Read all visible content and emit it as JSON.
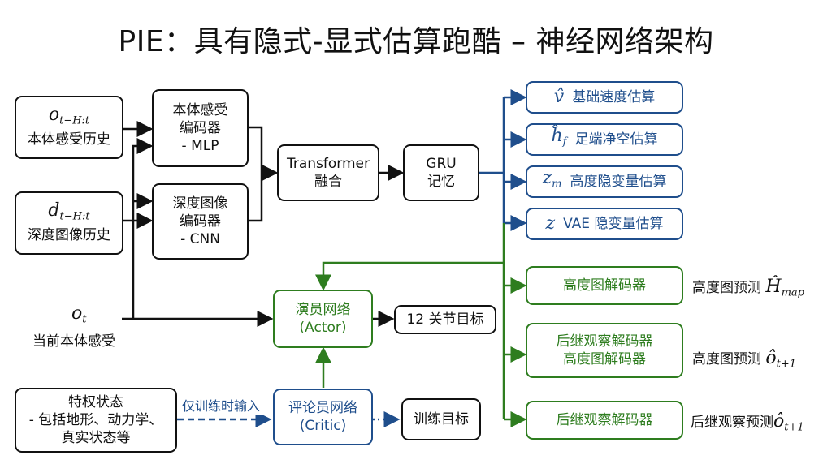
{
  "title": "PIE：具有隐式-显式估算跑酷 – 神经网络架构",
  "inputs": {
    "proprio_hist": {
      "symbol": "o",
      "subscript": "t−H:t",
      "label": "本体感受历史"
    },
    "depth_hist": {
      "symbol": "d",
      "subscript": "t−H:t",
      "label": "深度图像历史"
    },
    "current": {
      "symbol": "o",
      "subscript": "t",
      "label": "当前本体感受"
    },
    "privileged": {
      "line1": "特权状态",
      "line2": "- 包括地形、动力学、",
      "line3": "真实状态等"
    }
  },
  "encoders": {
    "proprio": {
      "line1": "本体感受",
      "line2": "编码器",
      "line3": "- MLP"
    },
    "depth": {
      "line1": "深度图像",
      "line2": "编码器",
      "line3": "- CNN"
    }
  },
  "transformer": {
    "line1": "Transformer",
    "line2": "融合"
  },
  "gru": {
    "line1": "GRU",
    "line2": "记忆"
  },
  "estimators": [
    {
      "symbol": "v̂",
      "subscript": "",
      "label": "基础速度估算"
    },
    {
      "symbol": "ĥ",
      "subscript": "f",
      "label": "足端净空估算"
    },
    {
      "symbol": "z",
      "subscript": "m",
      "label": "高度隐变量估算"
    },
    {
      "symbol": "z",
      "subscript": "",
      "label": "VAE 隐变量估算"
    }
  ],
  "decoders": [
    {
      "lines": [
        "高度图解码器"
      ],
      "output_label": "高度图预测",
      "output_symbol": "Ĥ",
      "output_sub": "map"
    },
    {
      "lines": [
        "后继观察解码器",
        "高度图解码器"
      ],
      "output_label": "高度图预测",
      "output_symbol": "ô",
      "output_sub": "t+1"
    },
    {
      "lines": [
        "后继观察解码器"
      ],
      "output_label": "后继观察预测",
      "output_symbol": "ô",
      "output_sub": "t+1"
    }
  ],
  "actor": {
    "line1": "演员网络",
    "line2": "(Actor)"
  },
  "actor_output": "12 关节目标",
  "critic": {
    "line1": "评论员网络",
    "line2": "(Critic)"
  },
  "critic_output": "训练目标",
  "train_only_label": "仅训练时输入",
  "colors": {
    "black": "#111111",
    "blue": "#1f4e8c",
    "green": "#2e7d1f"
  }
}
